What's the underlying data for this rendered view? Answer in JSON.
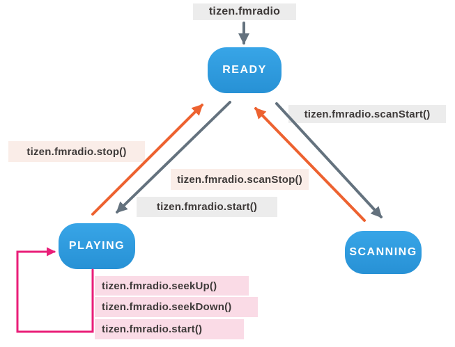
{
  "diagram": {
    "type": "state-diagram",
    "subject": "Tizen FM Radio API states",
    "states": [
      {
        "label": "READY"
      },
      {
        "label": "PLAYING"
      },
      {
        "label": "SCANNING"
      }
    ],
    "transitions": [
      {
        "label": "tizen.fmradio",
        "from": "(init)",
        "to": "READY",
        "style": "gray"
      },
      {
        "label": "tizen.fmradio.stop()",
        "from": "PLAYING",
        "to": "READY",
        "style": "orange"
      },
      {
        "label": "tizen.fmradio.scanStop()",
        "from": "SCANNING",
        "to": "READY",
        "style": "orange"
      },
      {
        "label": "tizen.fmradio.start()",
        "from": "READY",
        "to": "PLAYING",
        "style": "gray"
      },
      {
        "label": "tizen.fmradio.scanStart()",
        "from": "READY",
        "to": "SCANNING",
        "style": "gray"
      },
      {
        "label": "tizen.fmradio.seekUp()",
        "from": "PLAYING",
        "to": "PLAYING",
        "style": "magenta"
      },
      {
        "label": "tizen.fmradio.seekDown()",
        "from": "PLAYING",
        "to": "PLAYING",
        "style": "magenta"
      },
      {
        "label": "tizen.fmradio.start()",
        "from": "PLAYING",
        "to": "PLAYING",
        "style": "magenta"
      }
    ],
    "colors": {
      "state_fill_top": "#38A5E7",
      "state_fill_bottom": "#2791D5",
      "state_text": "#FFFFFF",
      "arrow_gray": "#64727E",
      "arrow_orange": "#ED6230",
      "arrow_magenta": "#E91E78",
      "label_gray_bg": "#ECECEC",
      "label_peach_bg": "#FAEDE8",
      "label_pink_bg": "#FADBE6",
      "label_text": "#3E3A39",
      "background": "#FFFFFF"
    }
  }
}
